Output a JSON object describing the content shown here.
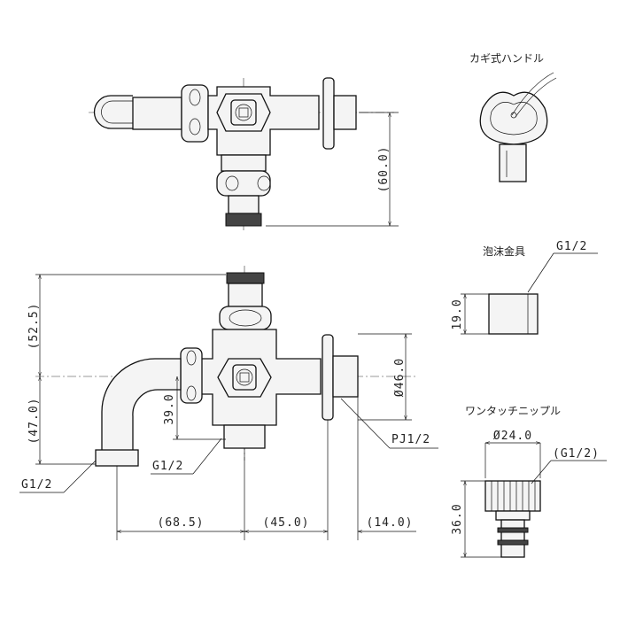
{
  "labels": {
    "key_handle": "カギ式ハンドル",
    "aerator": "泡沫金具",
    "one_touch_nipple": "ワンタッチニップル"
  },
  "dimensions": {
    "top_height": "(60.0)",
    "left_upper": "(52.5)",
    "left_lower": "(47.0)",
    "spout_height": "39.0",
    "flange_dia": "Ø46.0",
    "bottom_a": "(68.5)",
    "bottom_b": "(45.0)",
    "bottom_c": "(14.0)",
    "aerator_height": "19.0",
    "nipple_dia": "Ø24.0",
    "nipple_height": "36.0"
  },
  "threads": {
    "pj": "PJ1/2",
    "g_mid": "G1/2",
    "g_spout": "G1/2",
    "g_aerator": "G1/2",
    "g_nipple": "(G1/2)"
  }
}
